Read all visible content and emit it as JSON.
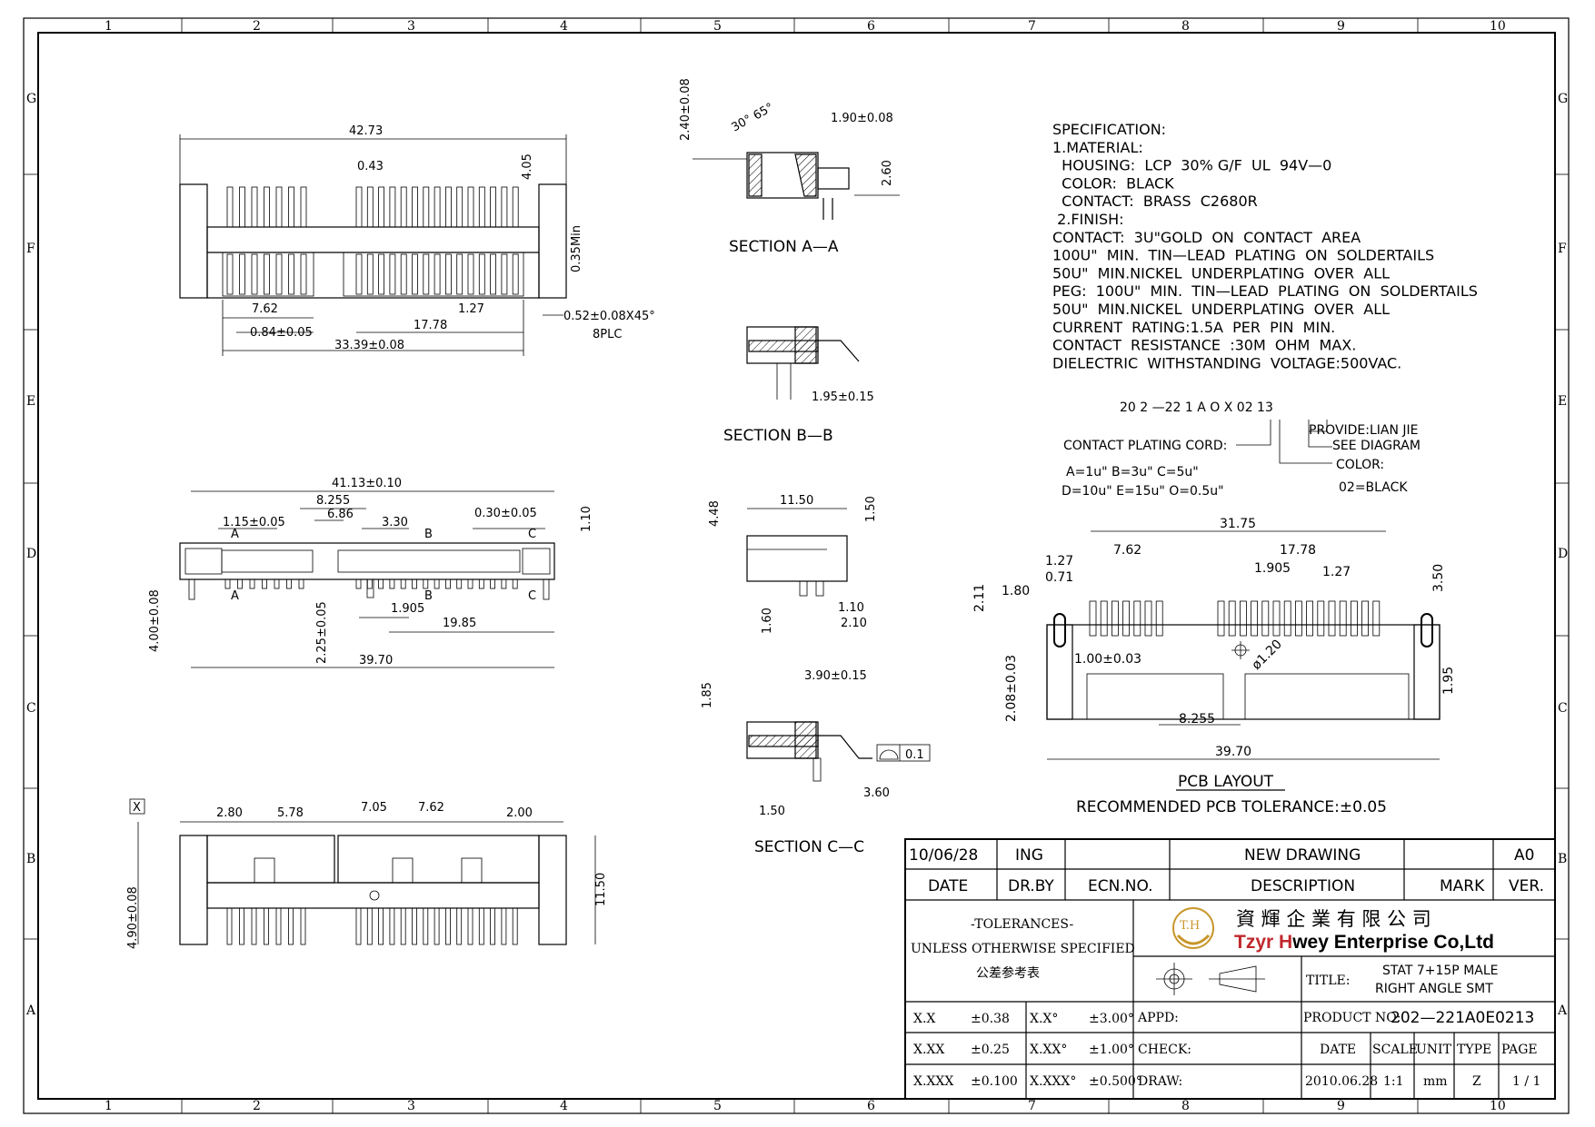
{
  "grid": {
    "columns": [
      "1",
      "2",
      "3",
      "4",
      "5",
      "6",
      "7",
      "8",
      "9",
      "10"
    ],
    "rows": [
      "G",
      "F",
      "E",
      "D",
      "C",
      "B",
      "A"
    ]
  },
  "top_view": {
    "dims": [
      "42.73",
      "0.43",
      "4.05",
      "0.35Min",
      "7.62",
      "1.27",
      "0.84±0.05",
      "17.78",
      "33.39±0.08",
      "0.52±0.08X45°",
      "8PLC"
    ]
  },
  "front_view": {
    "dims": [
      "41.13±0.10",
      "8.255",
      "6.86",
      "1.15±0.05",
      "3.30",
      "0.30±0.05",
      "1.10",
      "4.00±0.08",
      "2.25±0.05",
      "1.905",
      "19.85",
      "39.70"
    ],
    "section_marks": [
      "A",
      "B",
      "C",
      "A",
      "B",
      "C"
    ]
  },
  "bottom_view": {
    "datum": "X",
    "dims": [
      "2.80",
      "5.78",
      "7.05",
      "7.62",
      "2.00",
      "4.90±0.08",
      "11.50"
    ]
  },
  "section_a": {
    "label": "SECTION   A—A",
    "dims": [
      "2.40±0.08",
      "30°",
      "65°",
      "1.90±0.08",
      "2.60"
    ]
  },
  "section_b": {
    "label": "SECTION   B—B",
    "dims": [
      "1.95±0.15"
    ]
  },
  "side_view": {
    "dims": [
      "11.50",
      "4.48",
      "1.50",
      "1.60",
      "1.10",
      "2.10"
    ]
  },
  "section_c": {
    "label": "SECTION   C—C",
    "dims": [
      "3.90±0.15",
      "1.85",
      "3.60",
      "1.50",
      "0.1"
    ]
  },
  "specification": {
    "lines": [
      "SPECIFICATION:",
      "1.MATERIAL:",
      "  HOUSING:  LCP  30% G/F  UL  94V—0",
      "  COLOR:  BLACK",
      "  CONTACT:  BRASS  C2680R",
      " 2.FINISH:",
      "CONTACT:  3U\"GOLD  ON  CONTACT  AREA",
      "100U\"  MIN.  TIN—LEAD  PLATING  ON  SOLDERTAILS",
      "50U\"  MIN.NICKEL  UNDERPLATING  OVER  ALL",
      "PEG:  100U\"  MIN.  TIN—LEAD  PLATING  ON  SOLDERTAILS",
      "50U\"  MIN.NICKEL  UNDERPLATING  OVER  ALL",
      "CURRENT  RATING:1.5A  PER  PIN  MIN.",
      "CONTACT  RESISTANCE  :30M  OHM  MAX.",
      "DIELECTRIC  WITHSTANDING  VOLTAGE:500VAC."
    ]
  },
  "part_code": {
    "code": "20  2  —22  1  A  O  X  02  13",
    "provide": "PROVIDE:LIAN  JIE",
    "see_diagram": "SEE  DIAGRAM",
    "plating_cord": "CONTACT  PLATING  CORD:",
    "color": "COLOR:",
    "plating_options_1": "A=1u\"   B=3u\"   C=5u\"",
    "plating_options_2": "D=10u\"  E=15u\"  O=0.5u\"",
    "color_option": "02=BLACK"
  },
  "pcb_layout": {
    "title": "PCB  LAYOUT",
    "tolerance": "RECOMMENDED  PCB  TOLERANCE:±0.05",
    "dims": [
      "31.75",
      "7.62",
      "17.78",
      "1.27",
      "0.71",
      "1.905",
      "1.27",
      "3.50",
      "1.80",
      "2.11",
      "1.00±0.03",
      "ø1.20",
      "2.08±0.03",
      "1.95",
      "8.255",
      "39.70"
    ]
  },
  "title_block": {
    "rev_date": "10/06/28",
    "rev_by": "ING",
    "rev_description": "NEW DRAWING",
    "rev_version": "A0",
    "headers": {
      "date": "DATE",
      "drby": "DR.BY",
      "ecn": "ECN.NO.",
      "description": "DESCRIPTION",
      "mark": "MARK",
      "ver": "VER."
    },
    "tolerances_title": "-TOLERANCES-",
    "tolerances_note": "UNLESS OTHERWISE SPECIFIED",
    "tolerances_cn": "公差参考表",
    "logo_text": "T.H",
    "company_cn": "資 輝 企 業 有 限 公 司",
    "company_en_1": "Tzyr ",
    "company_en_2": "H",
    "company_en_3": "wey Enterprise Co,Ltd",
    "title_label": "TITLE:",
    "title_1": "STAT 7+15P MALE",
    "title_2": "RIGHT ANGLE SMT",
    "appd": "APPD:",
    "check": "CHECK:",
    "draw": "DRAW:",
    "product_label": "PRODUCT NO:",
    "product_no": "202—221A0E0213",
    "tol_rows": [
      {
        "a": "X.X",
        "b": "±0.38",
        "c": "X.X°",
        "d": "±3.00°"
      },
      {
        "a": "X.XX",
        "b": "±0.25",
        "c": "X.XX°",
        "d": "±1.00°"
      },
      {
        "a": "X.XXX",
        "b": "±0.100",
        "c": "X.XXX°",
        "d": "±0.500°"
      }
    ],
    "meta_headers": {
      "date": "DATE",
      "scale": "SCALE",
      "unit": "UNIT",
      "type": "TYPE",
      "page": "PAGE"
    },
    "meta_values": {
      "date": "2010.06.28",
      "scale": "1:1",
      "unit": "mm",
      "type": "Z",
      "page": "1 / 1"
    }
  },
  "colors": {
    "logo_gold": "#c8962a",
    "company_red": "#c0282d",
    "ink": "#000000"
  }
}
